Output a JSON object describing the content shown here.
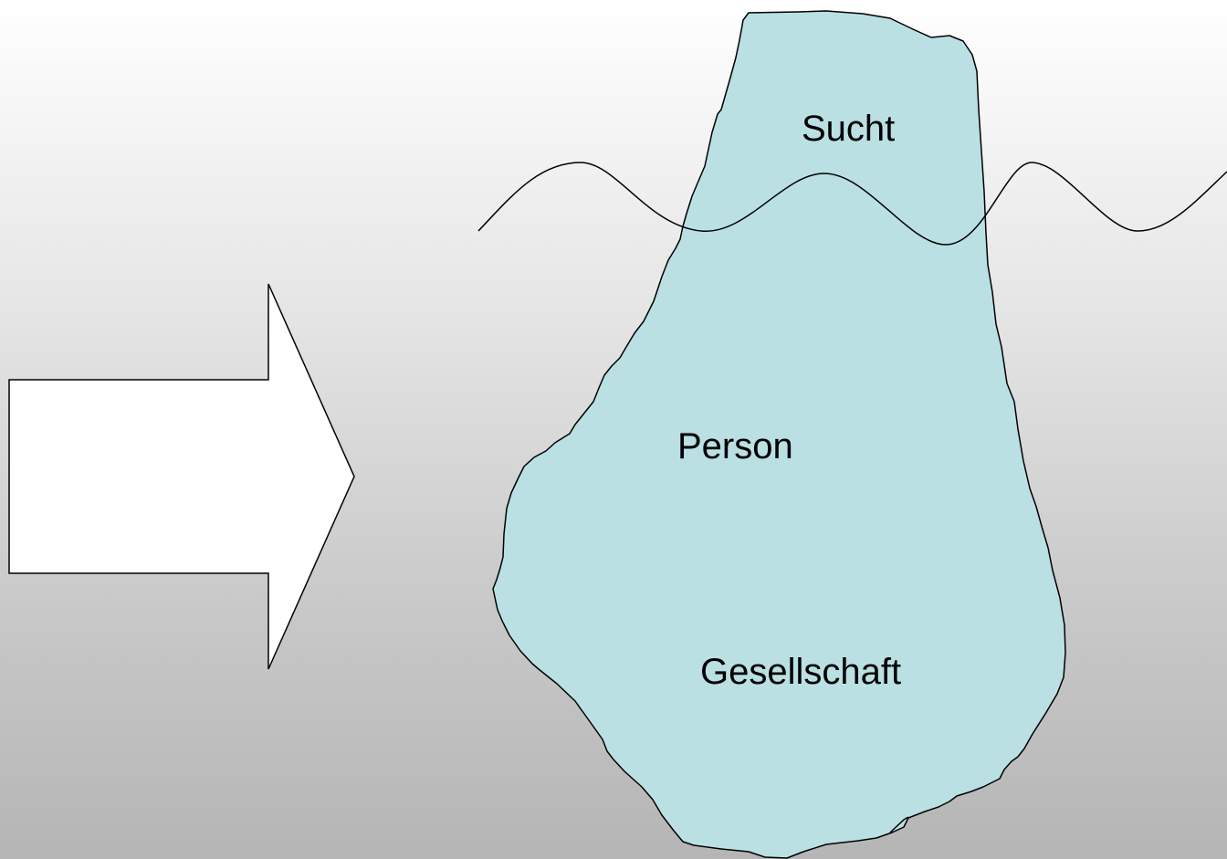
{
  "diagram": {
    "labels": {
      "top": "Sucht",
      "middle": "Person",
      "bottom": "Gesellschaft"
    },
    "colors": {
      "iceberg_fill": "#bae0e3",
      "stroke": "#000000",
      "arrow_fill": "#ffffff"
    },
    "icons": [
      "right-arrow-icon",
      "iceberg-shape",
      "water-wave-line"
    ]
  }
}
